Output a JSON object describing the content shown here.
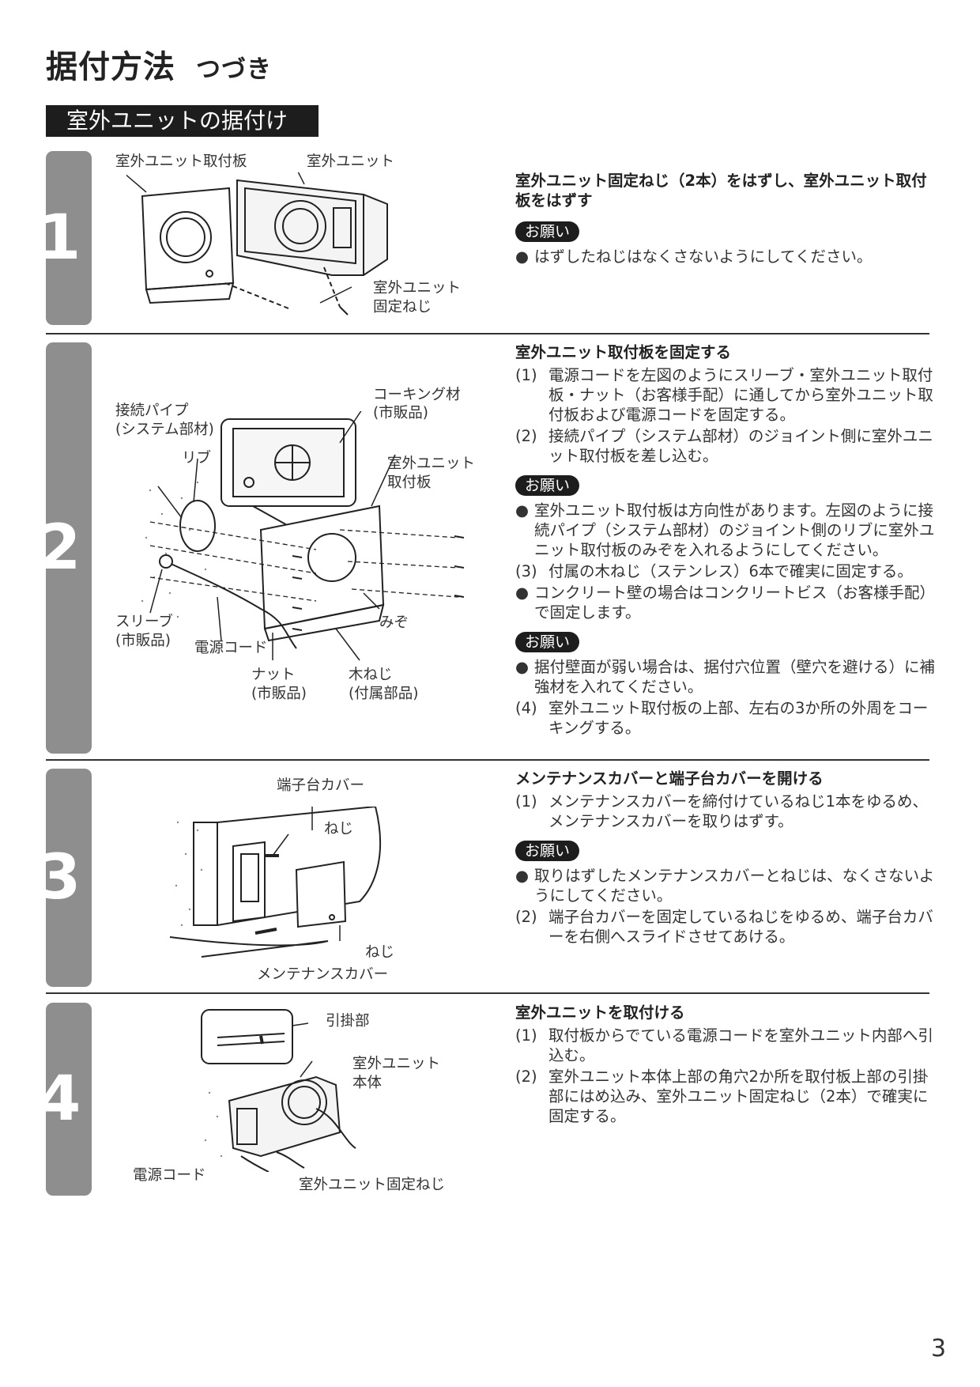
{
  "header": {
    "title": "据付方法",
    "subtitle": "つづき"
  },
  "section": {
    "title": "室外ユニットの据付け"
  },
  "steps": [
    {
      "number": "1",
      "heading": "室外ユニット固定ねじ（2本）をはずし、室外ユニット取付板をはずす",
      "badge": "お願い",
      "bullets": [
        "はずしたねじはなくさないようにしてください。"
      ],
      "labels": {
        "plate": "室外ユニット取付板",
        "unit": "室外ユニット",
        "screw1": "室外ユニット",
        "screw2": "固定ねじ"
      }
    },
    {
      "number": "2",
      "heading": "室外ユニット取付板を固定する",
      "items": [
        {
          "num": "(1)",
          "text": "電源コードを左図のようにスリーブ・室外ユニット取付板・ナット（お客様手配）に通してから室外ユニット取付板および電源コードを固定する。"
        },
        {
          "num": "(2)",
          "text": "接続パイプ（システム部材）のジョイント側に室外ユニット取付板を差し込む。"
        }
      ],
      "badge1": "お願い",
      "bullets1": [
        "室外ユニット取付板は方向性があります。左図のように接続パイプ（システム部材）のジョイント側のリブに室外ユニット取付板のみぞを入れるようにしてください。"
      ],
      "items2": [
        {
          "num": "(3)",
          "text": "付属の木ねじ（ステンレス）6本で確実に固定する。"
        }
      ],
      "bullets2": [
        "コンクリート壁の場合はコンクリートビス（お客様手配）で固定します。"
      ],
      "badge2": "お願い",
      "bullets3": [
        "据付壁面が弱い場合は、据付穴位置（壁穴を避ける）に補強材を入れてください。"
      ],
      "items3": [
        {
          "num": "(4)",
          "text": "室外ユニット取付板の上部、左右の3か所の外周をコーキングする。"
        }
      ],
      "labels": {
        "pipe1": "接続パイプ",
        "pipe2": "(システム部材)",
        "rib": "リブ",
        "caulk1": "コーキング材",
        "caulk2": "(市販品)",
        "plate1": "室外ユニット",
        "plate2": "取付板",
        "sleeve1": "スリーブ",
        "sleeve2": "(市販品)",
        "cord": "電源コード",
        "groove": "みぞ",
        "nut1": "ナット",
        "nut2": "(市販品)",
        "wood1": "木ねじ",
        "wood2": "(付属部品)"
      }
    },
    {
      "number": "3",
      "heading": "メンテナンスカバーと端子台カバーを開ける",
      "items": [
        {
          "num": "(1)",
          "text": "メンテナンスカバーを締付けているねじ1本をゆるめ、メンテナンスカバーを取りはずす。"
        }
      ],
      "badge": "お願い",
      "bullets": [
        "取りはずしたメンテナンスカバーとねじは、なくさないようにしてください。"
      ],
      "items2": [
        {
          "num": "(2)",
          "text": "端子台カバーを固定しているねじをゆるめ、端子台カバーを右側へスライドさせてあける。"
        }
      ],
      "labels": {
        "terminal": "端子台カバー",
        "screw_top": "ねじ",
        "screw_bottom": "ねじ",
        "maint": "メンテナンスカバー"
      }
    },
    {
      "number": "4",
      "heading": "室外ユニットを取付ける",
      "items": [
        {
          "num": "(1)",
          "text": "取付板からでている電源コードを室外ユニット内部へ引込む。"
        },
        {
          "num": "(2)",
          "text": "室外ユニット本体上部の角穴2か所を取付板上部の引掛部にはめ込み、室外ユニット固定ねじ（2本）で確実に固定する。"
        }
      ],
      "labels": {
        "hook": "引掛部",
        "body1": "室外ユニット",
        "body2": "本体",
        "cord": "電源コード",
        "screw": "室外ユニット固定ねじ"
      }
    }
  ],
  "page_number": "3"
}
